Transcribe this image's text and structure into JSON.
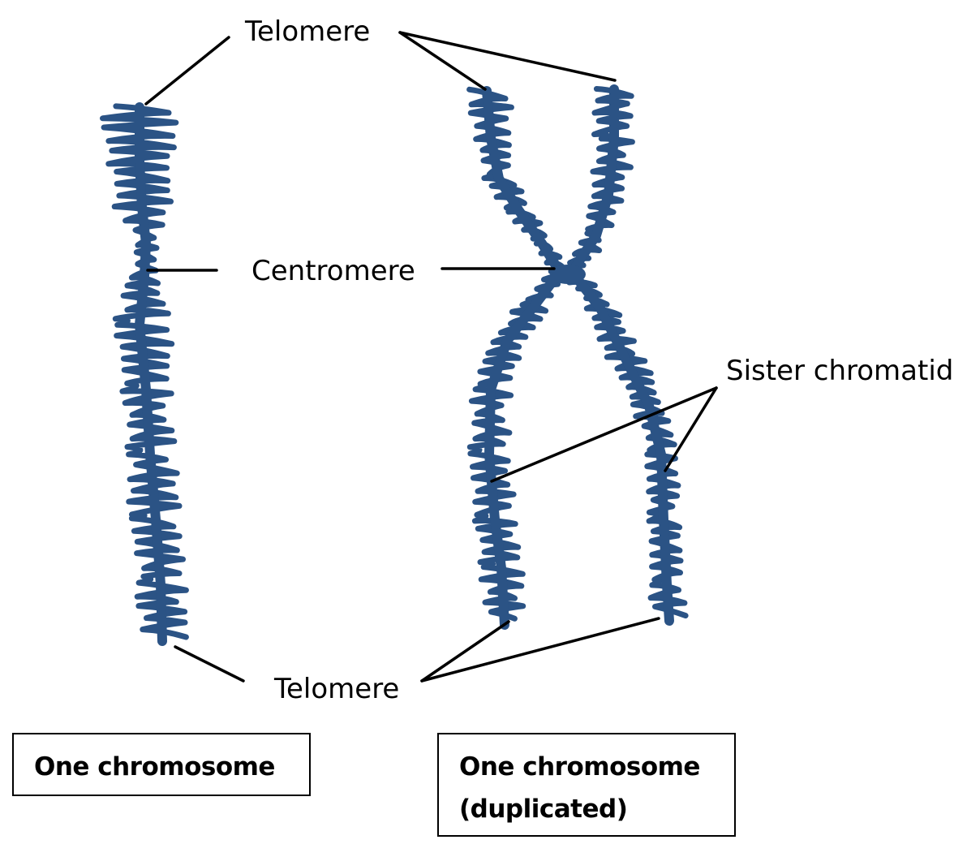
{
  "diagram": {
    "title": "Chromosome structure",
    "colors": {
      "chromatin": "#2b5385",
      "leader_line": "#000000",
      "label_text": "#000000"
    },
    "labels": {
      "telomere_top": "Telomere",
      "centromere": "Centromere",
      "sister_chromatid": "Sister chromatid",
      "telomere_bottom": "Telomere"
    },
    "captions": {
      "single": "One chromosome",
      "duplicated_line1": "One chromosome",
      "duplicated_line2": "(duplicated)"
    },
    "parts": [
      {
        "name": "single-chromosome",
        "description": "Unduplicated chromosome, one chromatid"
      },
      {
        "name": "duplicated-chromosome",
        "description": "Two sister chromatids joined at the centromere"
      }
    ]
  }
}
